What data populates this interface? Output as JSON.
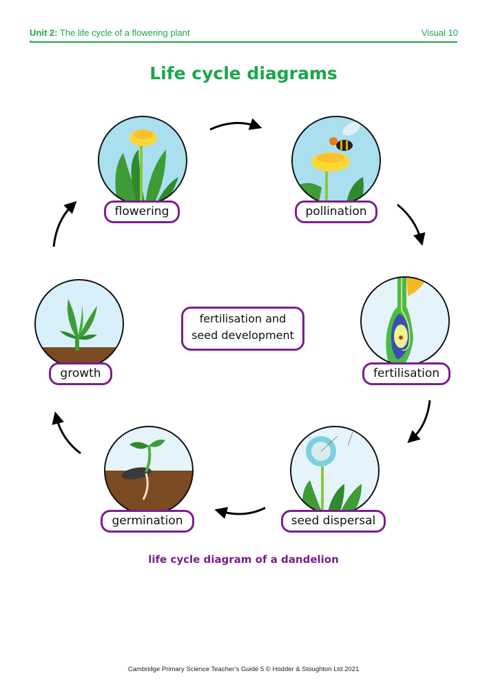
{
  "header": {
    "unit_label": "Unit 2:",
    "unit_title": "The life cycle of a flowering plant",
    "visual_label": "Visual 10"
  },
  "title": "Life cycle diagrams",
  "stages": [
    {
      "id": "flowering",
      "label": "flowering",
      "icon": "dandelion-flower-icon"
    },
    {
      "id": "pollination",
      "label": "pollination",
      "icon": "bee-on-flower-icon"
    },
    {
      "id": "fertilisation",
      "label": "fertilisation",
      "icon": "ovule-cross-section-icon"
    },
    {
      "id": "seed-dispersal",
      "label": "seed dispersal",
      "icon": "dandelion-seed-head-icon"
    },
    {
      "id": "germination",
      "label": "germination",
      "icon": "sprouting-seed-icon"
    },
    {
      "id": "growth",
      "label": "growth",
      "icon": "young-plant-icon"
    }
  ],
  "center_label": {
    "line1": "fertilisation and",
    "line2": "seed development"
  },
  "caption": "life cycle diagram of a dandelion",
  "footer": "Cambridge Primary Science Teacher’s Guide 5 © Hodder & Stoughton Ltd 2021",
  "colors": {
    "accent_green": "#1aa64a",
    "label_border_purple": "#7b1d8f",
    "sky_blue": "#aee0ee",
    "soil_brown": "#7a4a22"
  }
}
